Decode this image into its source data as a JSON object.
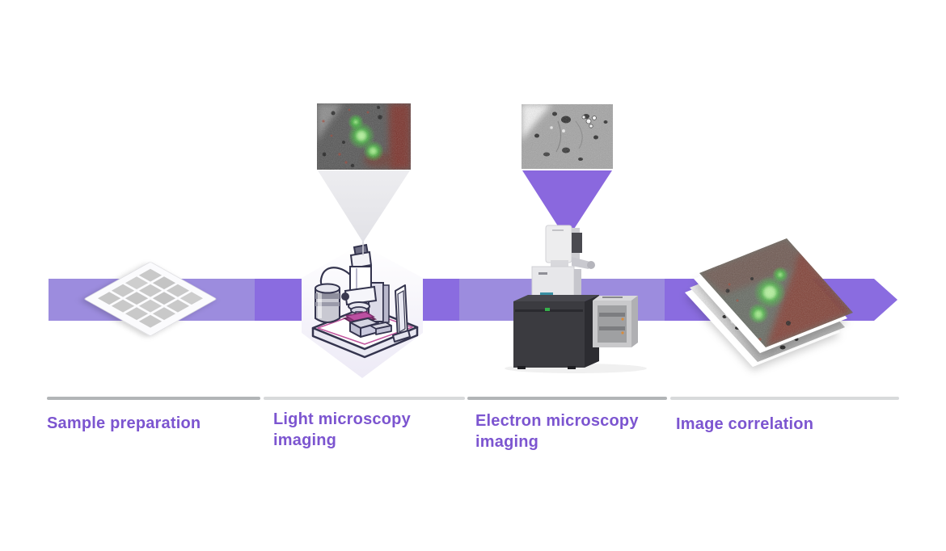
{
  "diagram": {
    "type": "workflow",
    "flow_direction": "left-to-right",
    "steps": [
      {
        "id": "sample-preparation",
        "label": "Sample preparation",
        "icon": "tem-grid-icon"
      },
      {
        "id": "light-microscopy-imaging",
        "label": "Light microscopy imaging",
        "icon": "light-microscope-icon",
        "inset": "fluorescence-micrograph"
      },
      {
        "id": "electron-microscopy-imaging",
        "label": "Electron microscopy imaging",
        "icon": "electron-microscope-icon",
        "inset": "electron-micrograph"
      },
      {
        "id": "image-correlation",
        "label": "Image correlation",
        "icon": "overlaid-micrographs-icon"
      }
    ]
  },
  "theme": {
    "band_light": "#9C8CDE",
    "band_dark": "#8A6CE0",
    "label_color": "#7C55D0",
    "funnel_gray": "#EAEAED",
    "funnel_purple": "#8A68DE",
    "divider_dark": "#B2B5B7",
    "divider_light": "#D8DADB",
    "background": "#FFFFFF"
  }
}
